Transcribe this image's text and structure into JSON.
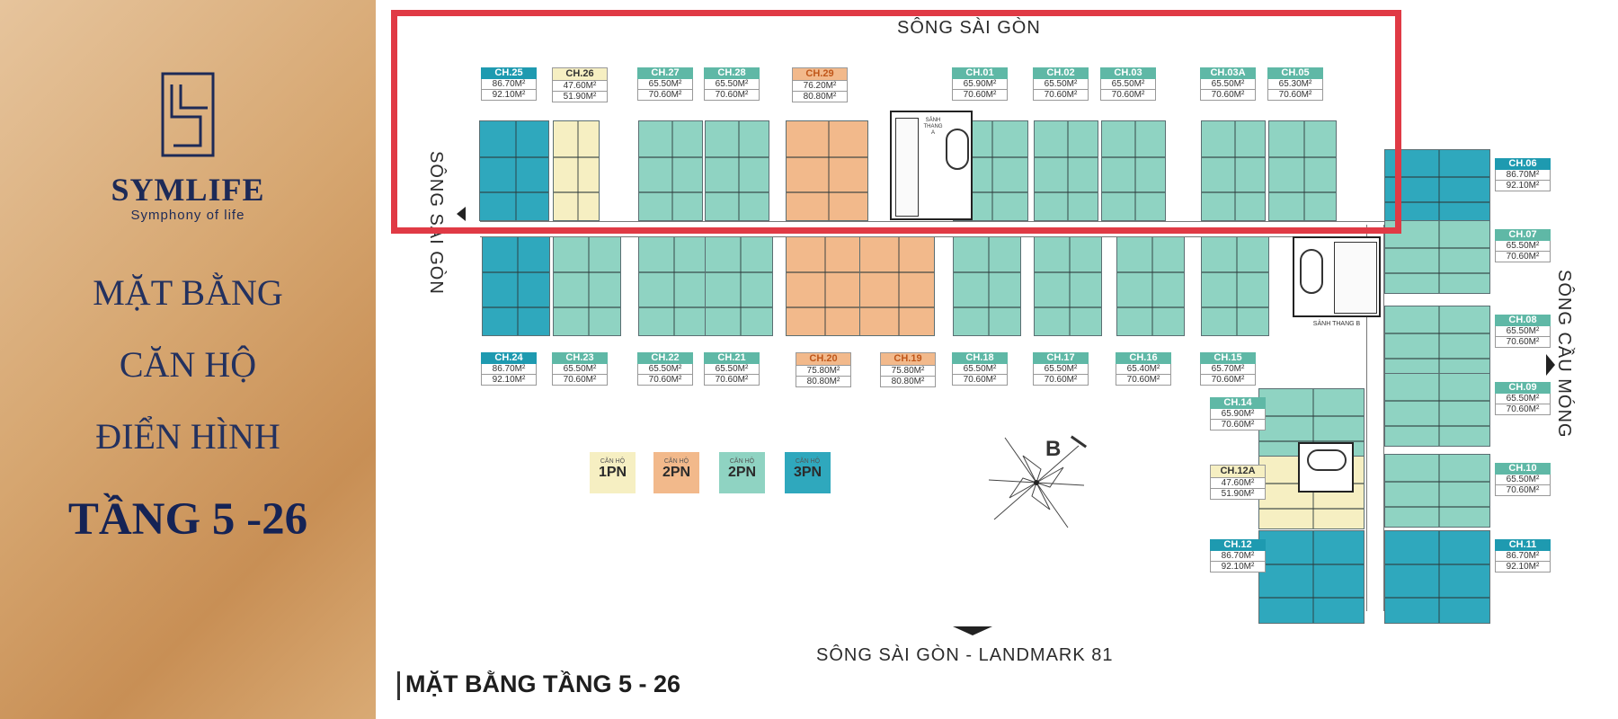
{
  "brand": {
    "name": "SYMLIFE",
    "tagline": "Symphony of life"
  },
  "title": {
    "line1": "MẶT BẰNG",
    "line2": "CĂN HỘ",
    "line3": "ĐIỂN HÌNH",
    "line4": "TẦNG 5 -26"
  },
  "rivers": {
    "north": "SÔNG SÀI GÒN",
    "west": "SÔNG SÀI GÒN",
    "east": "SÔNG CẦU MÓNG",
    "south": "SÔNG SÀI GÒN - LANDMARK 81"
  },
  "units_top": [
    {
      "code": "CH.25",
      "a1": "86.70M²",
      "a2": "92.10M²",
      "type": "3pn"
    },
    {
      "code": "CH.26",
      "a1": "47.60M²",
      "a2": "51.90M²",
      "type": "1pn"
    },
    {
      "code": "CH.27",
      "a1": "65.50M²",
      "a2": "70.60M²",
      "type": "2pn"
    },
    {
      "code": "CH.28",
      "a1": "65.50M²",
      "a2": "70.60M²",
      "type": "2pn"
    },
    {
      "code": "CH.29",
      "a1": "76.20M²",
      "a2": "80.80M²",
      "type": "2pnL"
    },
    {
      "code": "CH.01",
      "a1": "65.90M²",
      "a2": "70.60M²",
      "type": "2pn"
    },
    {
      "code": "CH.02",
      "a1": "65.50M²",
      "a2": "70.60M²",
      "type": "2pn"
    },
    {
      "code": "CH.03",
      "a1": "65.50M²",
      "a2": "70.60M²",
      "type": "2pn"
    },
    {
      "code": "CH.03A",
      "a1": "65.50M²",
      "a2": "70.60M²",
      "type": "2pn"
    },
    {
      "code": "CH.05",
      "a1": "65.30M²",
      "a2": "70.60M²",
      "type": "2pn"
    }
  ],
  "units_bottom": [
    {
      "code": "CH.24",
      "a1": "86.70M²",
      "a2": "92.10M²",
      "type": "3pn"
    },
    {
      "code": "CH.23",
      "a1": "65.50M²",
      "a2": "70.60M²",
      "type": "2pn"
    },
    {
      "code": "CH.22",
      "a1": "65.50M²",
      "a2": "70.60M²",
      "type": "2pn"
    },
    {
      "code": "CH.21",
      "a1": "65.50M²",
      "a2": "70.60M²",
      "type": "2pn"
    },
    {
      "code": "CH.20",
      "a1": "75.80M²",
      "a2": "80.80M²",
      "type": "2pnL"
    },
    {
      "code": "CH.19",
      "a1": "75.80M²",
      "a2": "80.80M²",
      "type": "2pnL"
    },
    {
      "code": "CH.18",
      "a1": "65.50M²",
      "a2": "70.60M²",
      "type": "2pn"
    },
    {
      "code": "CH.17",
      "a1": "65.50M²",
      "a2": "70.60M²",
      "type": "2pn"
    },
    {
      "code": "CH.16",
      "a1": "65.40M²",
      "a2": "70.60M²",
      "type": "2pn"
    },
    {
      "code": "CH.15",
      "a1": "65.70M²",
      "a2": "70.60M²",
      "type": "2pn"
    }
  ],
  "units_east": [
    {
      "code": "CH.06",
      "a1": "86.70M²",
      "a2": "92.10M²",
      "type": "3pn"
    },
    {
      "code": "CH.07",
      "a1": "65.50M²",
      "a2": "70.60M²",
      "type": "2pn"
    },
    {
      "code": "CH.08",
      "a1": "65.50M²",
      "a2": "70.60M²",
      "type": "2pn"
    },
    {
      "code": "CH.09",
      "a1": "65.50M²",
      "a2": "70.60M²",
      "type": "2pn"
    },
    {
      "code": "CH.10",
      "a1": "65.50M²",
      "a2": "70.60M²",
      "type": "2pn"
    },
    {
      "code": "CH.11",
      "a1": "86.70M²",
      "a2": "92.10M²",
      "type": "3pn"
    }
  ],
  "units_westwing": [
    {
      "code": "CH.14",
      "a1": "65.90M²",
      "a2": "70.60M²",
      "type": "2pn"
    },
    {
      "code": "CH.12A",
      "a1": "47.60M²",
      "a2": "51.90M²",
      "type": "1pn"
    },
    {
      "code": "CH.12",
      "a1": "86.70M²",
      "a2": "92.10M²",
      "type": "3pn"
    }
  ],
  "legend": [
    {
      "small": "CĂN HỘ",
      "big": "1PN",
      "type": "1pn"
    },
    {
      "small": "CĂN HỘ",
      "big": "2PN",
      "type": "2pnL"
    },
    {
      "small": "CĂN HỘ",
      "big": "2PN",
      "type": "2pn"
    },
    {
      "small": "CĂN HỘ",
      "big": "3PN",
      "type": "3pn"
    }
  ],
  "core_labels": {
    "lobby_a": "SẢNH THANG A",
    "lobby_b": "SẢNH THANG B"
  },
  "compass_letter": "B",
  "footer": "MẶT BẰNG TẦNG 5 - 26",
  "colors": {
    "1pn": "#f6efc2",
    "2pnL": "#f2b98b",
    "2pn": "#8fd3c2",
    "3pn": "#2fa8bd",
    "highlight": "#e03a45",
    "title": "#152355"
  }
}
